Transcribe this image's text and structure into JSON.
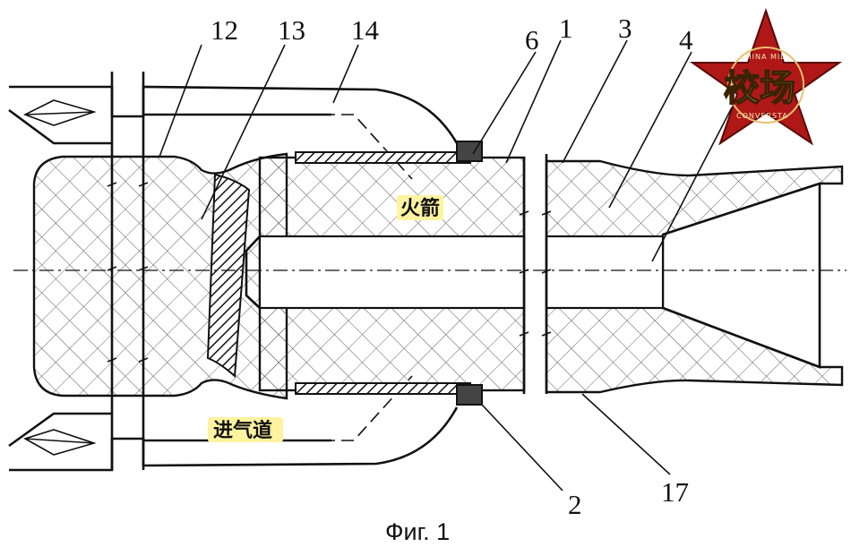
{
  "labels": {
    "n12": "12",
    "n13": "13",
    "n14": "14",
    "n6": "6",
    "n1": "1",
    "n3": "3",
    "n4": "4",
    "n2": "2",
    "n17": "17",
    "rocket": "火箭",
    "intake": "进气道"
  },
  "caption": "Фиг. 1",
  "watermark": {
    "text": "校场",
    "ring_top": "CHINA MIL",
    "ring_bottom": "CONVERSTA"
  },
  "colors": {
    "line": "#111111",
    "highlight": "#fff3a0",
    "logo_red": "#b01818",
    "logo_gold": "#e8c070"
  }
}
